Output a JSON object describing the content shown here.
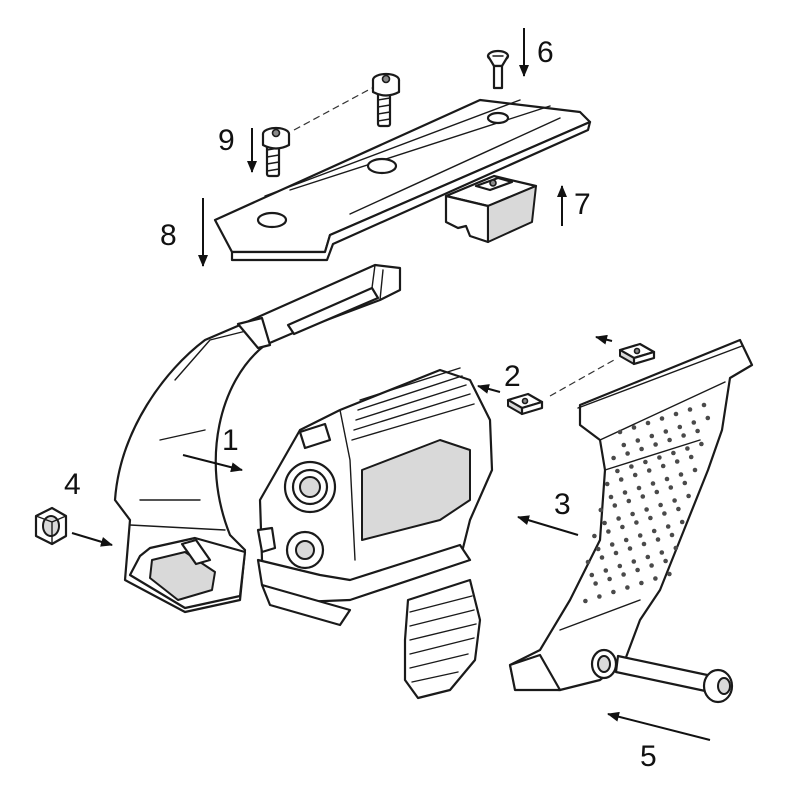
{
  "callouts": {
    "n1": "1",
    "n2": "2",
    "n3": "3",
    "n4": "4",
    "n5": "5",
    "n6": "6",
    "n7": "7",
    "n8": "8",
    "n9": "9"
  },
  "colors": {
    "line": "#1a1a1a",
    "background": "#ffffff",
    "shade": "#d9d9d9"
  }
}
